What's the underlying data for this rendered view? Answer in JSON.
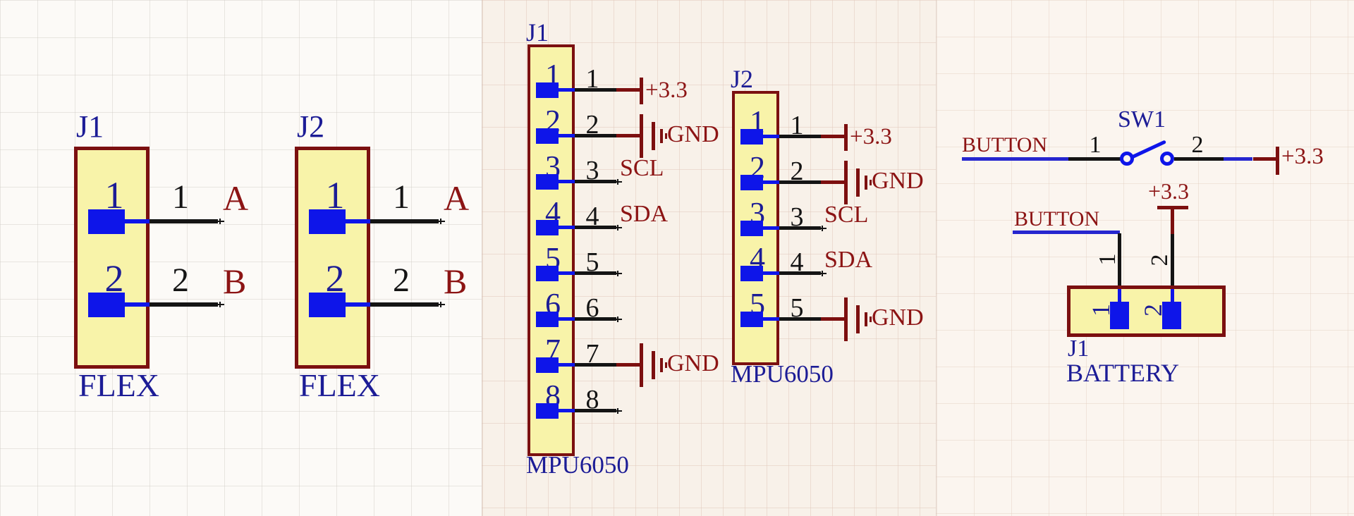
{
  "palette": {
    "background_left": "#fcfaf7",
    "background_middle": "#f8f1e9",
    "background_right": "#fbf5ef",
    "component_fill": "#f8f3a9",
    "component_border": "#7b1010",
    "pin_color": "#0e15e9",
    "designator_color": "#1c1c96",
    "net_label_color": "#8c1414",
    "power_symbol_color": "#7c0f0f",
    "wire_color": "#141414",
    "net_wire_color": "#2626cf"
  },
  "sheets": {
    "left": {
      "connectors": [
        {
          "designator": "J1",
          "part": "FLEX",
          "pins": [
            {
              "name": "1",
              "number": "1",
              "net": "A"
            },
            {
              "name": "2",
              "number": "2",
              "net": "B"
            }
          ]
        },
        {
          "designator": "J2",
          "part": "FLEX",
          "pins": [
            {
              "name": "1",
              "number": "1",
              "net": "A"
            },
            {
              "name": "2",
              "number": "2",
              "net": "B"
            }
          ]
        }
      ]
    },
    "middle": {
      "connectors": [
        {
          "designator": "J1",
          "part": "MPU6050",
          "pins": [
            {
              "name": "1",
              "number": "1",
              "net": "+3.3",
              "net_type": "power"
            },
            {
              "name": "2",
              "number": "2",
              "net": "GND",
              "net_type": "ground"
            },
            {
              "name": "3",
              "number": "3",
              "net": "SCL",
              "net_type": "label"
            },
            {
              "name": "4",
              "number": "4",
              "net": "SDA",
              "net_type": "label"
            },
            {
              "name": "5",
              "number": "5",
              "net": "",
              "net_type": "none"
            },
            {
              "name": "6",
              "number": "6",
              "net": "",
              "net_type": "none"
            },
            {
              "name": "7",
              "number": "7",
              "net": "GND",
              "net_type": "ground"
            },
            {
              "name": "8",
              "number": "8",
              "net": "",
              "net_type": "none"
            }
          ]
        },
        {
          "designator": "J2",
          "part": "MPU6050",
          "pins": [
            {
              "name": "1",
              "number": "1",
              "net": "+3.3",
              "net_type": "power"
            },
            {
              "name": "2",
              "number": "2",
              "net": "GND",
              "net_type": "ground"
            },
            {
              "name": "3",
              "number": "3",
              "net": "SCL",
              "net_type": "label"
            },
            {
              "name": "4",
              "number": "4",
              "net": "SDA",
              "net_type": "label"
            },
            {
              "name": "5",
              "number": "5",
              "net": "GND",
              "net_type": "ground"
            }
          ]
        }
      ]
    },
    "right": {
      "switch": {
        "designator": "SW1",
        "left_net": "BUTTON",
        "left_pin": "1",
        "right_pin": "2",
        "right_net": "+3.3"
      },
      "battery": {
        "designator": "J1",
        "part": "BATTERY",
        "pins": [
          {
            "name": "1",
            "number": "1",
            "net": "BUTTON",
            "net_type": "label"
          },
          {
            "name": "2",
            "number": "2",
            "net": "+3.3",
            "net_type": "power"
          }
        ]
      }
    }
  }
}
